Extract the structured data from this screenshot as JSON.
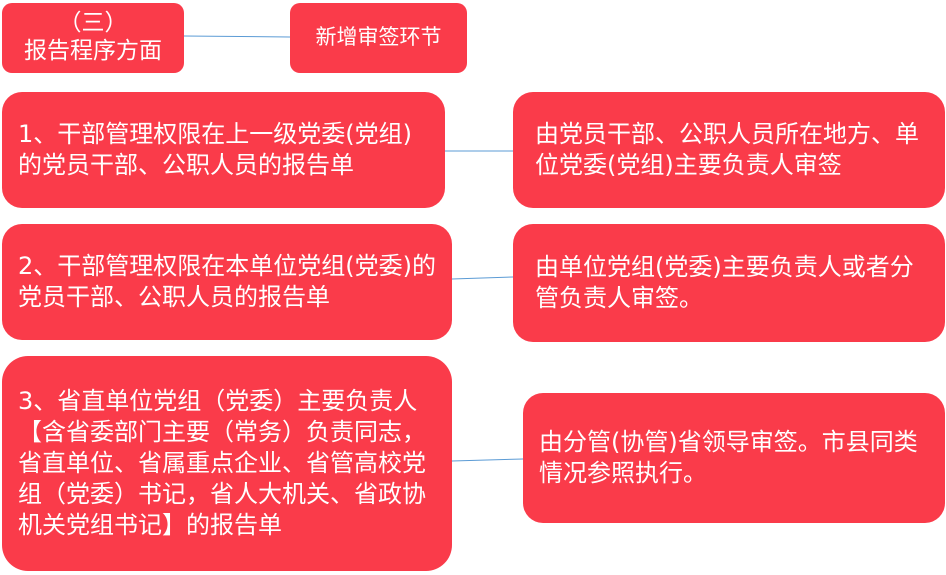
{
  "header": {
    "section_label": "（三）\n报告程序方面",
    "topic_label": "新增审签环节"
  },
  "rules": [
    {
      "scope": "1、干部管理权限在上一级党委(党组)的党员干部、公职人员的报告单",
      "approval": "由党员干部、公职人员所在地方、单位党委(党组)主要负责人审签"
    },
    {
      "scope": "2、干部管理权限在本单位党组(党委)的党员干部、公职人员的报告单",
      "approval": "由单位党组(党委)主要负责人或者分管负责人审签。"
    },
    {
      "scope": "3、省直单位党组（党委）主要负责人【含省委部门主要（常务）负责同志，省直单位、省属重点企业、省管高校党组（党委）书记，省人大机关、省政协机关党组书记】的报告单",
      "approval": "由分管(协管)省领导审签。市县同类情况参照执行。"
    }
  ],
  "colors": {
    "box_fill": "#fa3b4a",
    "text": "#ffffff",
    "connector": "#5b9bd5"
  }
}
